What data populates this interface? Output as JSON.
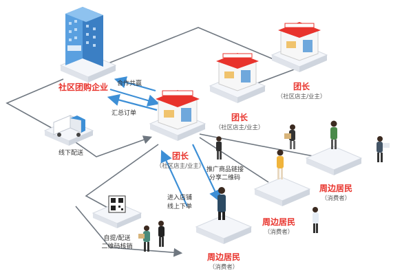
{
  "enterprise": {
    "label": "社区团购企业"
  },
  "cooperation": {
    "label": "合作共赢"
  },
  "summary_orders": {
    "label": "汇总订单"
  },
  "offline_delivery": {
    "label": "线下配送"
  },
  "leaders": [
    {
      "title": "团长",
      "subtitle": "（社区店主/业主）"
    },
    {
      "title": "团长",
      "subtitle": "（社区店主/业主）"
    },
    {
      "title": "团长",
      "subtitle": "（社区店主/业主）"
    }
  ],
  "promote": {
    "line1": "推广商品链接",
    "line2": "分享二维码"
  },
  "enter_store": {
    "line1": "进入店铺",
    "line2": "线上下单"
  },
  "pickup": {
    "line1": "自提/配送",
    "line2": "二维码核销"
  },
  "residents": [
    {
      "title": "周边居民",
      "subtitle": "（消费者）"
    },
    {
      "title": "周边居民",
      "subtitle": "（消费者）"
    },
    {
      "title": "周边居民",
      "subtitle": "（消费者）"
    }
  ],
  "colors": {
    "red": "#e8332c",
    "blue": "#3d8fd6",
    "connector": "#6f7780",
    "platform_top": "#f4f6fa",
    "platform_side": "#dfe3ea",
    "roof": "#e8332c",
    "store_wall": "#f7f7f7"
  }
}
